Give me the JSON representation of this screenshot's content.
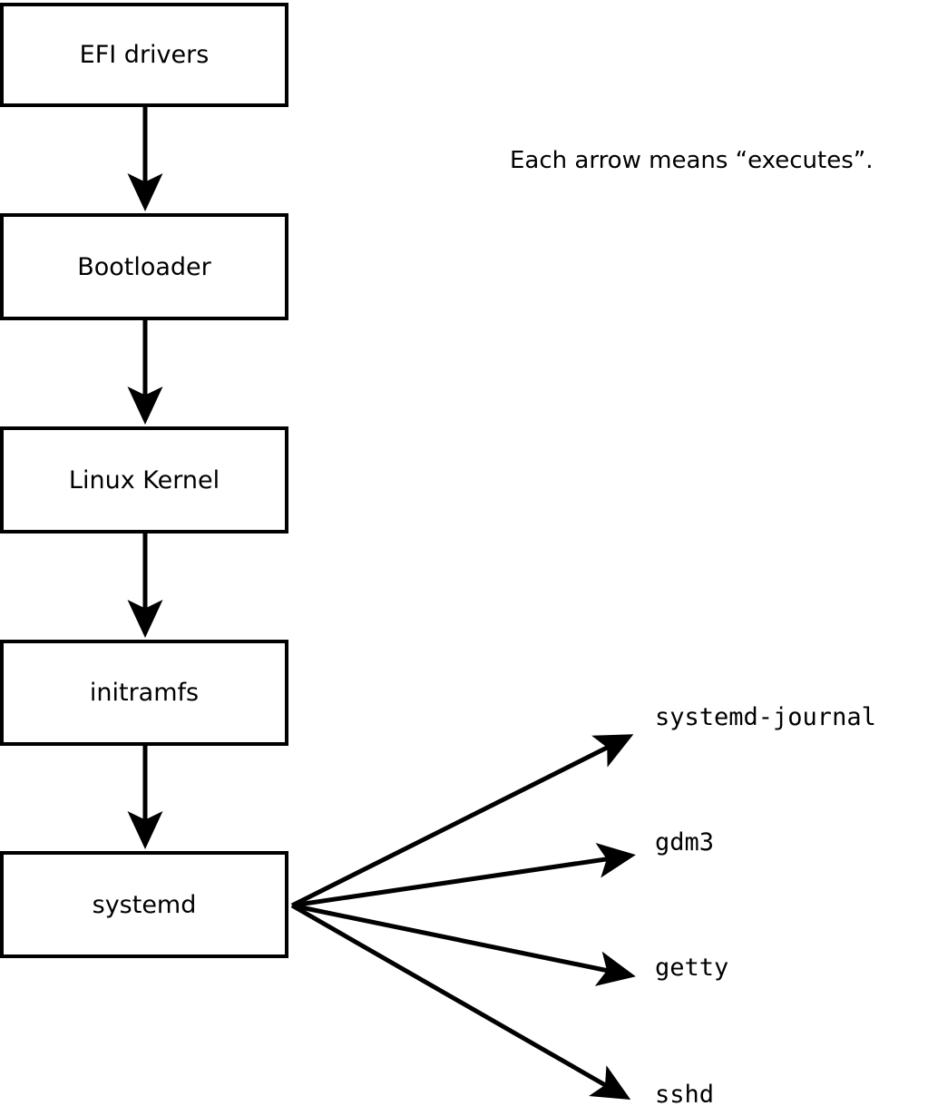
{
  "diagram": {
    "title_caption": "Each arrow means “executes”.",
    "stroke_color": "#000000",
    "background_color": "#ffffff",
    "boot_chain": [
      {
        "label": "EFI drivers"
      },
      {
        "label": "Bootloader"
      },
      {
        "label": "Linux Kernel"
      },
      {
        "label": "initramfs"
      },
      {
        "label": "systemd"
      }
    ],
    "chain_arrows": [
      {
        "from": "EFI drivers",
        "to": "Bootloader",
        "meaning": "executes"
      },
      {
        "from": "Bootloader",
        "to": "Linux Kernel",
        "meaning": "executes"
      },
      {
        "from": "Linux Kernel",
        "to": "initramfs",
        "meaning": "executes"
      },
      {
        "from": "initramfs",
        "to": "systemd",
        "meaning": "executes"
      }
    ],
    "systemd_children": [
      {
        "label": "systemd-journal"
      },
      {
        "label": "gdm3"
      },
      {
        "label": "getty"
      },
      {
        "label": "sshd"
      }
    ]
  }
}
